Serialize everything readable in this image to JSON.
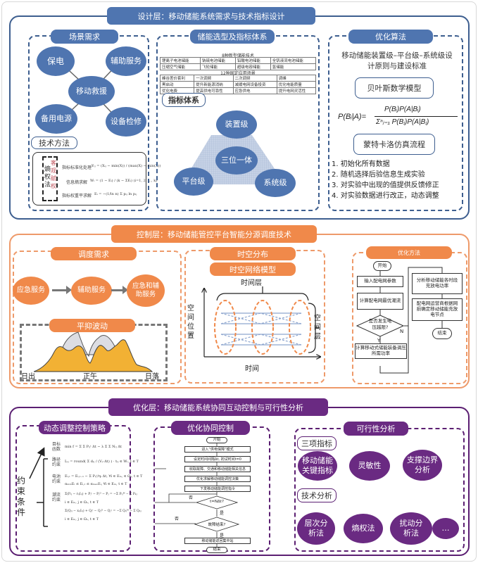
{
  "colors": {
    "design": "#4f75b0",
    "design_border": "#3d5e8f",
    "control": "#f0894a",
    "control_border": "#ee9a6a",
    "optimize": "#6a2a82",
    "optimize_border": "#5b1f72",
    "mountain_fill": "#f2b134",
    "mountain_grey": "#dcdde3"
  },
  "design_layer": {
    "title": "设计层：移动储能系统需求与技术指标设计",
    "scenario": {
      "title": "场景需求",
      "center": "移动救援",
      "nodes": [
        "保电",
        "辅助服务",
        "备用电源",
        "设备检修"
      ],
      "tech_method_label": "技术方法",
      "entropy_label": "熵权法",
      "objective_label": "客观赋权",
      "formulas": [
        {
          "label": "指标标准化处理",
          "expr": "Yᵢⱼ = (Xᵢⱼ − min(X)) / (max(X) − min(X))"
        },
        {
          "label": "信息熵求解",
          "expr": "Wᵢ = (1 − Eᵢ) / (k − ΣEᵢ)  (i=1, 2, …, k)"
        },
        {
          "label": "指标权重平求解",
          "expr": "Eᵢ = −(1/ln n) Σ pᵢⱼ ln pᵢⱼ"
        }
      ]
    },
    "storage": {
      "title": "储能选型及指标体系",
      "tech_caption": "8种新型储能技术",
      "tech_rows": [
        [
          "锂离子电池储能",
          "钠硫电池储能",
          "铅酸电池储能",
          "全钒液流电池储能"
        ],
        [
          "压缩空气储能",
          "飞轮储能",
          "超级电容储能",
          "氢储能"
        ]
      ],
      "scene_caption": "12种固定应用场景",
      "scene_rows": [
        [
          "峰谷差价套利",
          "一次调频",
          "二次调频",
          "调峰"
        ],
        [
          "黑启动",
          "提升新能源消纳",
          "减缓电网设备投资",
          "优化电能质量"
        ],
        [
          "优化电费",
          "提高供电可靠性",
          "应急供电",
          "提升电网灵活性"
        ]
      ],
      "index_system_label": "指标体系",
      "levels": {
        "top": "装置级",
        "center": "三位一体",
        "left": "平台级",
        "right": "系统级"
      }
    },
    "algorithm": {
      "title": "优化算法",
      "principle": "移动储能装置级–平台级–系统级设计原则与建设标准",
      "bayes_label": "贝叶斯数学模型",
      "bayes_formula_lhs": "P(Bᵢ|A)=",
      "bayes_formula_num": "P(Bᵢ)P(A|Bᵢ)",
      "bayes_formula_den": "Σⁿⱼ₌₁  P(Bⱼ)P(A|Bⱼ)",
      "monte_carlo_label": "蒙特卡洛仿真流程",
      "steps": [
        "1. 初始化所有数据",
        "2. 随机选择后验信息生成实验",
        "3. 对实验中出现的值提供反馈修正",
        "4. 对实验数据进行改正，动态调整"
      ]
    }
  },
  "control_layer": {
    "title": "控制层：移动储能管控平台智能分源调度技术",
    "dispatch": {
      "title": "调度需求",
      "flow": [
        "应急服务",
        "辅助服务",
        "应急和辅助服务"
      ],
      "smoothing_title": "平抑波动",
      "x_labels": [
        "日出",
        "正午",
        "日落"
      ]
    },
    "spatiotemporal": {
      "title": "时空分布",
      "model_label": "时空网络模型",
      "time_layer": "时间层",
      "space_position": "空间位置",
      "space_layer": "空间层",
      "time_axis": "时间"
    },
    "method": {
      "title": "优化方法",
      "start": "开始",
      "input": "输入配电网参数",
      "calc_flow": "计算配电网最优潮流",
      "decision": "是否发生电压越限?",
      "yes": "Y",
      "no": "N",
      "calc_power": "计算移动式储能装备调压所需功率",
      "analyze": "分析移动储能各时段充放电功率",
      "determine": "配电网运营商根据网损确定移动储能充放电节点",
      "end": "结束"
    }
  },
  "optimize_layer": {
    "title": "优化层：移动储能系统协同互动控制与可行性分析",
    "strategy": {
      "title": "动态调整控制策略",
      "constraint_label": "约束条件",
      "rows": [
        {
          "label": "目标函数",
          "expr": "min f = Σ Σ Pᵢⱼᵗ Δt − λ Σ Σ Nᵢⱼ Δt"
        },
        {
          "label": "路径约束",
          "expr": "Lᵢⱼ = round( Σ dᵢⱼ / (Vₑ·Δt) ) · tᵢⱼ ∈ Wᵢ, t ∈ T"
        },
        {
          "label": "电池约束",
          "expr": "Eᵢ,ₜ = Eᵢ,ₜ₋₁ − Σ Pᵢⱼᵗ/ηᵢ Δt, ∀i ∈ Eₘ, ∈ Ωₛ, t ∈ T"
        },
        {
          "label": "",
          "expr": "αₘᵢₙEᵢ ≤ Eᵢ,ₜ ≤ αₘₐₓEᵢ, ∀i ∈ Eₘ, t ∈ T"
        },
        {
          "label": "潮流约束",
          "expr": "Σ(Pᵢⱼ − rᵢⱼIᵢⱼ) + Pⱼᵗ − Pⱼᴰ − Pⱼ = −Σ Pᵢⱼᴹ − Σ Pₖⱼ"
        },
        {
          "label": "",
          "expr": "i ∈ Eₘ, j ∈ Ωₛ, t ∈ T"
        },
        {
          "label": "",
          "expr": "Σ(Qᵢⱼ − xᵢⱼIᵢⱼ) + Qⱼᵗ − Qⱼᴰ − Qⱼᶜ = −Σ Qᵢⱼᴹ − Σ Qₖⱼ"
        },
        {
          "label": "",
          "expr": "i ∈ Eₘ, j ∈ Ωₛ, t ∈ T"
        }
      ]
    },
    "cooperative": {
      "title": "优化协同控制",
      "start": "开始",
      "steps": [
        "进入“供电保障”模式",
        "设定时间间隔Δt, 初试时间t=0",
        "收取故障、交通和移动储能相关信息",
        "优化求解移动储能调控决策",
        "下发移动储能调控指令"
      ],
      "decision1": "t=NΔt?",
      "decision2": "故障结束?",
      "yes": "是",
      "no": "否",
      "final": "移动储能返回集中站",
      "end": "结束"
    },
    "feasibility": {
      "title": "可行性分析",
      "three_indices_label": "三项指标",
      "indices": [
        "移动储能关键指标",
        "灵敏性",
        "支撑边界分析"
      ],
      "tech_analysis_label": "技术分析",
      "methods": [
        "层次分析法",
        "熵权法",
        "扰动分析法",
        "…"
      ]
    }
  }
}
